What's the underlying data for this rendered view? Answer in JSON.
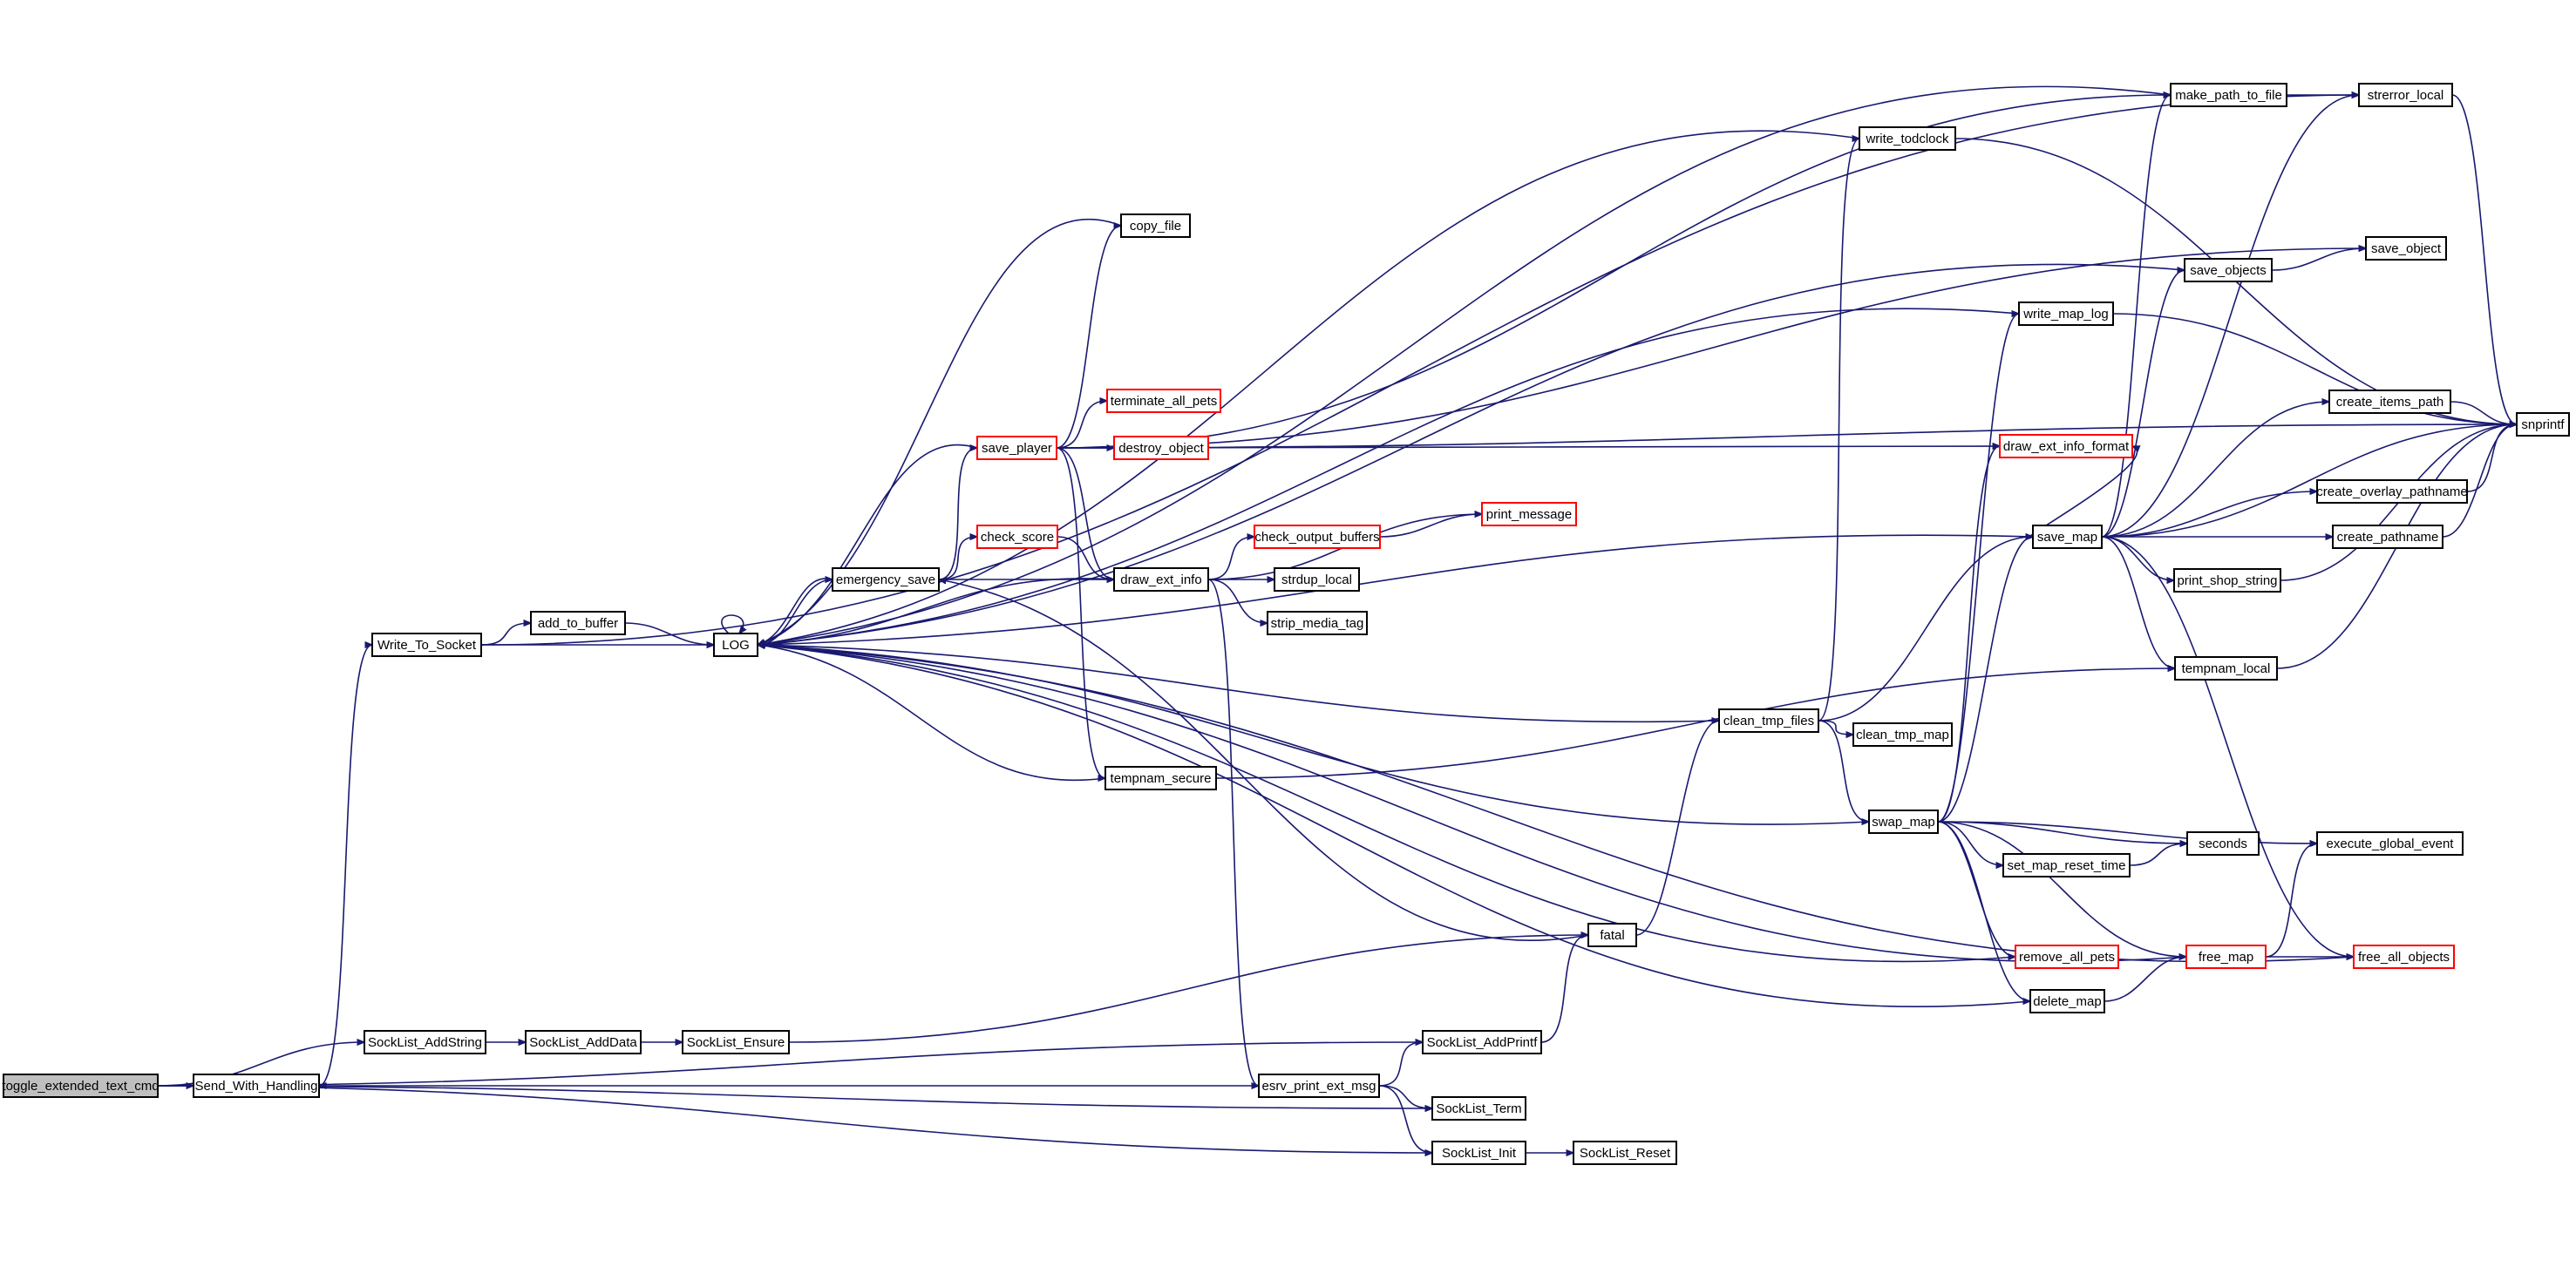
{
  "graph": {
    "kind": "function call graph",
    "root": "toggle_extended_text_cmd",
    "colors": {
      "edge": "#191970",
      "node_border": "#000000",
      "truncated_border": "#ff0000",
      "root_fill": "#bfbfbf"
    },
    "nodes": [
      {
        "id": "toggle_extended_text_cmd",
        "label": "toggle_extended_text_cmd",
        "root": true
      },
      {
        "id": "Send_With_Handling",
        "label": "Send_With_Handling"
      },
      {
        "id": "SockList_AddString",
        "label": "SockList_AddString"
      },
      {
        "id": "SockList_AddData",
        "label": "SockList_AddData"
      },
      {
        "id": "SockList_Ensure",
        "label": "SockList_Ensure"
      },
      {
        "id": "SockList_AddPrintf",
        "label": "SockList_AddPrintf"
      },
      {
        "id": "SockList_Term",
        "label": "SockList_Term"
      },
      {
        "id": "SockList_Init",
        "label": "SockList_Init"
      },
      {
        "id": "SockList_Reset",
        "label": "SockList_Reset"
      },
      {
        "id": "esrv_print_ext_msg",
        "label": "esrv_print_ext_msg"
      },
      {
        "id": "Write_To_Socket",
        "label": "Write_To_Socket"
      },
      {
        "id": "add_to_buffer",
        "label": "add_to_buffer"
      },
      {
        "id": "LOG",
        "label": "LOG"
      },
      {
        "id": "emergency_save",
        "label": "emergency_save"
      },
      {
        "id": "save_player",
        "label": "save_player",
        "truncated": true
      },
      {
        "id": "check_score",
        "label": "check_score",
        "truncated": true
      },
      {
        "id": "draw_ext_info",
        "label": "draw_ext_info"
      },
      {
        "id": "copy_file",
        "label": "copy_file"
      },
      {
        "id": "terminate_all_pets",
        "label": "terminate_all_pets",
        "truncated": true
      },
      {
        "id": "destroy_object",
        "label": "destroy_object",
        "truncated": true
      },
      {
        "id": "check_output_buffers",
        "label": "check_output_buffers",
        "truncated": true
      },
      {
        "id": "print_message",
        "label": "print_message",
        "truncated": true
      },
      {
        "id": "strdup_local",
        "label": "strdup_local"
      },
      {
        "id": "strip_media_tag",
        "label": "strip_media_tag"
      },
      {
        "id": "tempnam_secure",
        "label": "tempnam_secure"
      },
      {
        "id": "clean_tmp_files",
        "label": "clean_tmp_files"
      },
      {
        "id": "clean_tmp_map",
        "label": "clean_tmp_map"
      },
      {
        "id": "fatal",
        "label": "fatal"
      },
      {
        "id": "write_todclock",
        "label": "write_todclock"
      },
      {
        "id": "make_path_to_file",
        "label": "make_path_to_file"
      },
      {
        "id": "strerror_local",
        "label": "strerror_local"
      },
      {
        "id": "save_objects",
        "label": "save_objects"
      },
      {
        "id": "save_object",
        "label": "save_object"
      },
      {
        "id": "write_map_log",
        "label": "write_map_log"
      },
      {
        "id": "draw_ext_info_format",
        "label": "draw_ext_info_format",
        "truncated": true
      },
      {
        "id": "save_map",
        "label": "save_map"
      },
      {
        "id": "tempnam_local",
        "label": "tempnam_local"
      },
      {
        "id": "swap_map",
        "label": "swap_map"
      },
      {
        "id": "set_map_reset_time",
        "label": "set_map_reset_time"
      },
      {
        "id": "remove_all_pets",
        "label": "remove_all_pets",
        "truncated": true
      },
      {
        "id": "delete_map",
        "label": "delete_map"
      },
      {
        "id": "free_map",
        "label": "free_map",
        "truncated": true
      },
      {
        "id": "free_all_objects",
        "label": "free_all_objects",
        "truncated": true
      },
      {
        "id": "seconds",
        "label": "seconds"
      },
      {
        "id": "execute_global_event",
        "label": "execute_global_event"
      },
      {
        "id": "print_shop_string",
        "label": "print_shop_string"
      },
      {
        "id": "create_items_path",
        "label": "create_items_path"
      },
      {
        "id": "create_overlay_pathname",
        "label": "create_overlay_pathname"
      },
      {
        "id": "create_pathname",
        "label": "create_pathname"
      },
      {
        "id": "snprintf",
        "label": "snprintf"
      }
    ],
    "edges": [
      [
        "toggle_extended_text_cmd",
        "Send_With_Handling"
      ],
      [
        "toggle_extended_text_cmd",
        "SockList_AddString"
      ],
      [
        "toggle_extended_text_cmd",
        "SockList_AddPrintf"
      ],
      [
        "toggle_extended_text_cmd",
        "SockList_Term"
      ],
      [
        "toggle_extended_text_cmd",
        "SockList_Init"
      ],
      [
        "SockList_AddString",
        "SockList_AddData"
      ],
      [
        "SockList_AddData",
        "SockList_Ensure"
      ],
      [
        "SockList_Ensure",
        "fatal"
      ],
      [
        "SockList_AddPrintf",
        "fatal"
      ],
      [
        "SockList_Init",
        "SockList_Reset"
      ],
      [
        "Send_With_Handling",
        "Write_To_Socket"
      ],
      [
        "Write_To_Socket",
        "add_to_buffer"
      ],
      [
        "Write_To_Socket",
        "LOG"
      ],
      [
        "Write_To_Socket",
        "strerror_local"
      ],
      [
        "add_to_buffer",
        "LOG"
      ],
      [
        "LOG",
        "LOG"
      ],
      [
        "LOG",
        "emergency_save"
      ],
      [
        "emergency_save",
        "LOG"
      ],
      [
        "emergency_save",
        "save_player"
      ],
      [
        "emergency_save",
        "check_score"
      ],
      [
        "emergency_save",
        "draw_ext_info"
      ],
      [
        "save_player",
        "LOG"
      ],
      [
        "save_player",
        "copy_file"
      ],
      [
        "save_player",
        "terminate_all_pets"
      ],
      [
        "save_player",
        "destroy_object"
      ],
      [
        "save_player",
        "draw_ext_info"
      ],
      [
        "save_player",
        "tempnam_secure"
      ],
      [
        "save_player",
        "make_path_to_file"
      ],
      [
        "save_player",
        "save_object"
      ],
      [
        "save_player",
        "snprintf"
      ],
      [
        "save_player",
        "draw_ext_info_format"
      ],
      [
        "check_score",
        "draw_ext_info"
      ],
      [
        "copy_file",
        "LOG"
      ],
      [
        "draw_ext_info",
        "LOG"
      ],
      [
        "draw_ext_info",
        "check_output_buffers"
      ],
      [
        "draw_ext_info",
        "print_message"
      ],
      [
        "draw_ext_info",
        "strdup_local"
      ],
      [
        "draw_ext_info",
        "strip_media_tag"
      ],
      [
        "draw_ext_info",
        "esrv_print_ext_msg"
      ],
      [
        "check_output_buffers",
        "print_message"
      ],
      [
        "esrv_print_ext_msg",
        "Send_With_Handling"
      ],
      [
        "esrv_print_ext_msg",
        "SockList_AddPrintf"
      ],
      [
        "esrv_print_ext_msg",
        "SockList_Term"
      ],
      [
        "esrv_print_ext_msg",
        "SockList_Init"
      ],
      [
        "tempnam_secure",
        "LOG"
      ],
      [
        "tempnam_secure",
        "tempnam_local"
      ],
      [
        "fatal",
        "emergency_save"
      ],
      [
        "fatal",
        "clean_tmp_files"
      ],
      [
        "clean_tmp_files",
        "LOG"
      ],
      [
        "clean_tmp_files",
        "write_todclock"
      ],
      [
        "clean_tmp_files",
        "clean_tmp_map"
      ],
      [
        "clean_tmp_files",
        "save_map"
      ],
      [
        "clean_tmp_files",
        "swap_map"
      ],
      [
        "write_todclock",
        "LOG"
      ],
      [
        "write_todclock",
        "snprintf"
      ],
      [
        "make_path_to_file",
        "LOG"
      ],
      [
        "make_path_to_file",
        "strerror_local"
      ],
      [
        "strerror_local",
        "snprintf"
      ],
      [
        "save_objects",
        "LOG"
      ],
      [
        "save_objects",
        "save_object"
      ],
      [
        "write_map_log",
        "LOG"
      ],
      [
        "write_map_log",
        "snprintf"
      ],
      [
        "save_map",
        "LOG"
      ],
      [
        "save_map",
        "make_path_to_file"
      ],
      [
        "save_map",
        "strerror_local"
      ],
      [
        "save_map",
        "save_objects"
      ],
      [
        "save_map",
        "draw_ext_info_format"
      ],
      [
        "save_map",
        "create_items_path"
      ],
      [
        "save_map",
        "snprintf"
      ],
      [
        "save_map",
        "create_overlay_pathname"
      ],
      [
        "save_map",
        "create_pathname"
      ],
      [
        "save_map",
        "print_shop_string"
      ],
      [
        "save_map",
        "tempnam_local"
      ],
      [
        "save_map",
        "free_all_objects"
      ],
      [
        "create_items_path",
        "snprintf"
      ],
      [
        "create_overlay_pathname",
        "snprintf"
      ],
      [
        "create_pathname",
        "snprintf"
      ],
      [
        "print_shop_string",
        "snprintf"
      ],
      [
        "tempnam_local",
        "snprintf"
      ],
      [
        "swap_map",
        "LOG"
      ],
      [
        "swap_map",
        "write_map_log"
      ],
      [
        "swap_map",
        "draw_ext_info_format"
      ],
      [
        "swap_map",
        "save_map"
      ],
      [
        "swap_map",
        "execute_global_event"
      ],
      [
        "swap_map",
        "seconds"
      ],
      [
        "swap_map",
        "set_map_reset_time"
      ],
      [
        "swap_map",
        "remove_all_pets"
      ],
      [
        "swap_map",
        "free_map"
      ],
      [
        "swap_map",
        "delete_map"
      ],
      [
        "set_map_reset_time",
        "seconds"
      ],
      [
        "remove_all_pets",
        "LOG"
      ],
      [
        "delete_map",
        "LOG"
      ],
      [
        "delete_map",
        "free_map"
      ],
      [
        "free_map",
        "LOG"
      ],
      [
        "free_map",
        "execute_global_event"
      ],
      [
        "free_map",
        "free_all_objects"
      ],
      [
        "free_all_objects",
        "LOG"
      ]
    ]
  }
}
